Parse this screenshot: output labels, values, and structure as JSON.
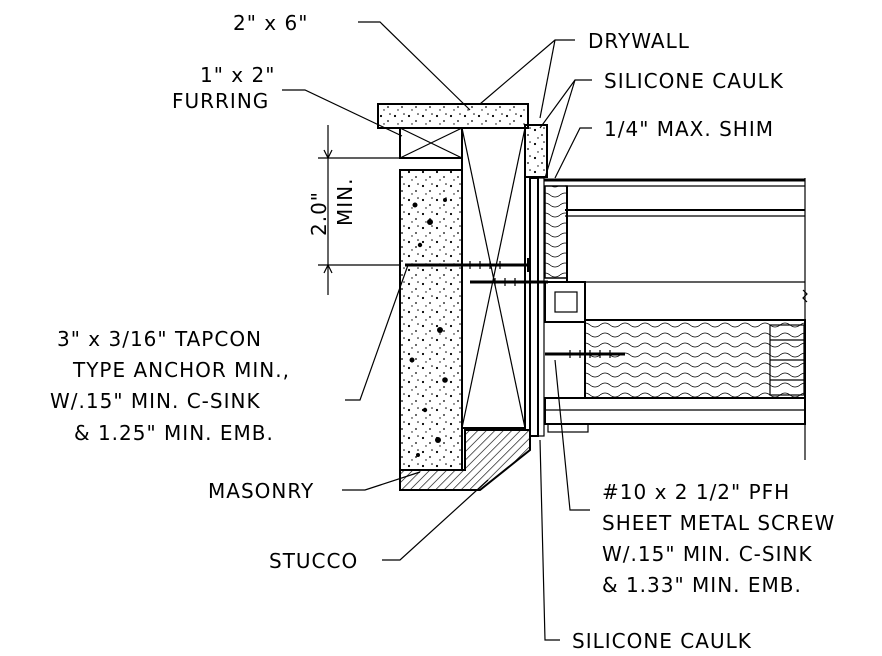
{
  "labels": {
    "stud_2x6": "2\" x 6\"",
    "furring_size": "1\" x 2\"",
    "furring": "FURRING",
    "drywall": "DRYWALL",
    "silicone_top": "SILICONE CAULK",
    "shim": "1/4\" MAX. SHIM",
    "dim_value": "2.0\"",
    "dim_min": "MIN.",
    "tapcon_1": "3\" x 3/16\" TAPCON",
    "tapcon_2": "TYPE ANCHOR MIN.,",
    "tapcon_3": "W/.15\" MIN. C-SINK",
    "tapcon_4": "& 1.25\" MIN. EMB.",
    "masonry": "MASONRY",
    "stucco": "STUCCO",
    "screw_1": "#10 x 2 1/2\" PFH",
    "screw_2": "SHEET METAL SCREW",
    "screw_3": "W/.15\" MIN. C-SINK",
    "screw_4": "& 1.33\" MIN. EMB.",
    "silicone_bottom": "SILICONE CAULK"
  }
}
